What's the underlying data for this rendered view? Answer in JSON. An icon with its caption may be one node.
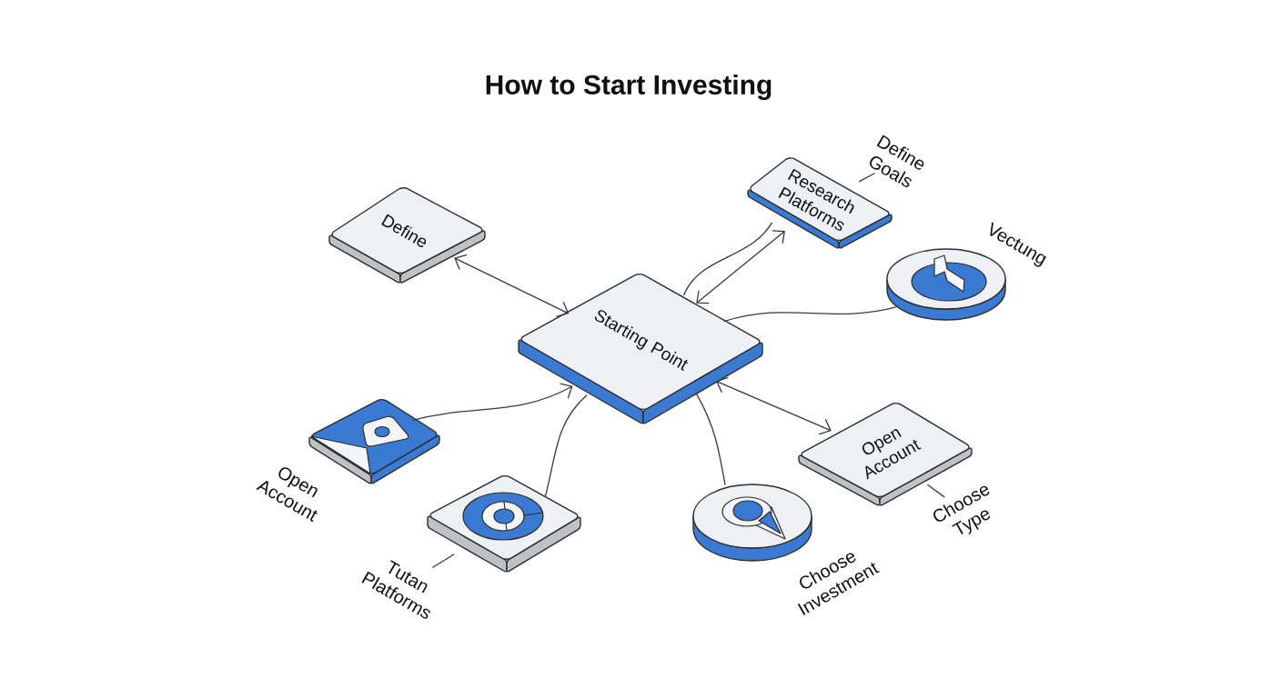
{
  "diagram": {
    "title": "How to Start Investing",
    "nodes": [
      {
        "text": [
          "Define Goals"
        ]
      },
      {
        "text": [
          "Research Platforms"
        ]
      },
      {
        "text": [
          "Define"
        ]
      },
      {
        "text": [],
        "shape": "circle",
        "beside": [
          "Vectung"
        ]
      },
      {
        "text": [
          "Starting Point"
        ]
      },
      {
        "text": [],
        "shape": "box",
        "beside": [
          "Open Account"
        ]
      },
      {
        "text": [
          "Open Account"
        ]
      },
      {
        "text": [],
        "shape": "box"
      },
      {
        "text": [],
        "shape": "circle",
        "beside": [
          "Choose Investment"
        ]
      },
      {
        "text": [
          "Choose Type"
        ]
      },
      {
        "text": [
          "Tutan Platforms"
        ]
      }
    ],
    "edges": [
      {
        "from": 2,
        "to": 4,
        "arrow": "both"
      },
      {
        "from": 1,
        "to": 4,
        "arrow": "both"
      },
      {
        "from": 1,
        "to": 4,
        "arrow": "none"
      },
      {
        "from": 3,
        "to": 4,
        "arrow": "none"
      },
      {
        "from": 5,
        "to": 4,
        "arrow": "to"
      },
      {
        "from": 7,
        "to": 4,
        "arrow": "none"
      },
      {
        "from": 8,
        "to": 4,
        "arrow": "none"
      },
      {
        "from": 6,
        "to": 4,
        "arrow": "both"
      },
      {
        "from": 0,
        "to": 1,
        "arrow": "none"
      },
      {
        "from": 9,
        "to": 6,
        "arrow": "none"
      },
      {
        "from": 10,
        "to": 7,
        "arrow": "none"
      }
    ]
  }
}
